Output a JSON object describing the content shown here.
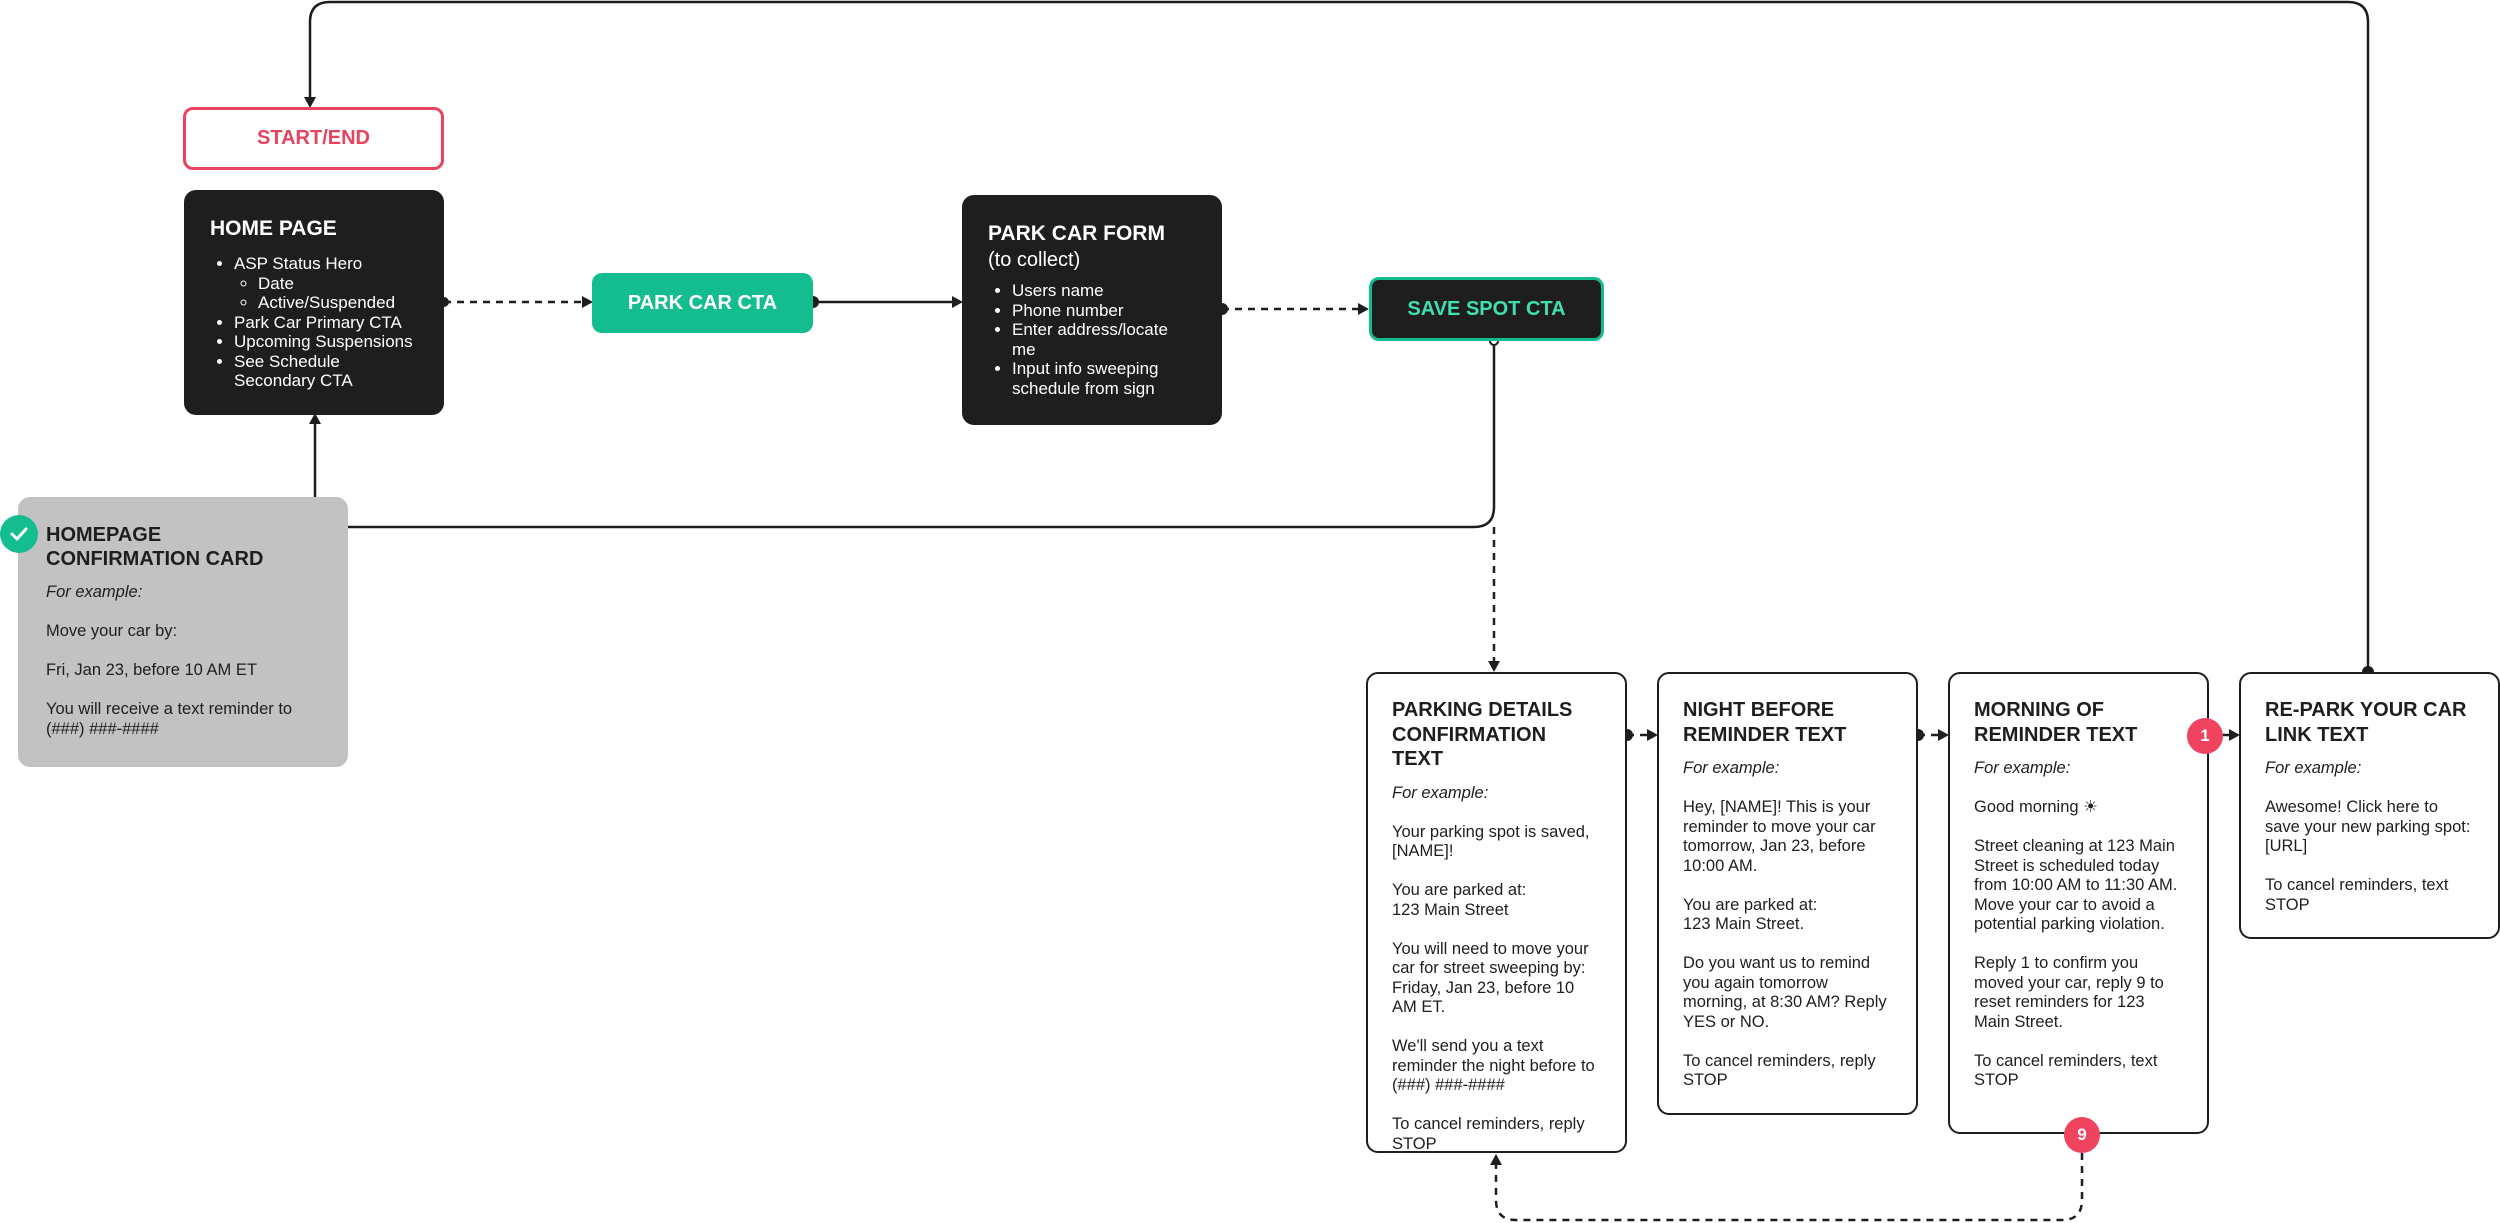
{
  "colors": {
    "accent_red": "#e8435f",
    "accent_green": "#14bd90",
    "dark_box": "#1e1e1e",
    "grey_card": "#c2c2c2"
  },
  "start_end": {
    "label": "START/END"
  },
  "home_page": {
    "title": "HOME PAGE",
    "item_asp_status": "ASP Status Hero",
    "sub_items": [
      "Date",
      "Active/Suspended"
    ],
    "items": [
      "Park Car Primary CTA",
      "Upcoming Suspensions",
      "See Schedule Secondary CTA"
    ]
  },
  "park_car_cta": {
    "label": "PARK CAR CTA"
  },
  "park_car_form": {
    "title": "PARK CAR FORM",
    "subtitle": "(to collect)",
    "items": [
      "Users name",
      "Phone number",
      "Enter address/locate me",
      "Input info sweeping schedule from sign"
    ]
  },
  "save_spot_cta": {
    "label": "SAVE SPOT CTA"
  },
  "homepage_confirmation_card": {
    "title_line1": "HOMEPAGE",
    "title_line2": "CONFIRMATION CARD",
    "example_label": "For example:",
    "lines": [
      "Move your car by:",
      "Fri, Jan 23, before 10 AM ET",
      "You will receive a text reminder to (###) ###-####"
    ],
    "check_icon": "check-icon"
  },
  "parking_details_text": {
    "title_line1": "PARKING DETAILS",
    "title_line2": "CONFIRMATION TEXT",
    "example_label": "For example:",
    "paragraphs": [
      "Your parking spot is saved, [NAME]!",
      "You are parked at:\n123 Main Street",
      "You will need to move your car for street sweeping by: Friday, Jan 23, before 10 AM ET.",
      "We'll send you a text reminder the night before to (###) ###-####",
      "To cancel reminders, reply STOP"
    ]
  },
  "night_before_text": {
    "title_line1": "NIGHT BEFORE",
    "title_line2": "REMINDER TEXT",
    "example_label": "For example:",
    "paragraphs": [
      "Hey, [NAME]! This is your reminder to move your car tomorrow, Jan 23, before 10:00 AM.",
      "You are parked at:\n123 Main Street.",
      "Do you want us to remind you again tomorrow morning, at 8:30 AM? Reply YES or NO.",
      "To cancel reminders, reply STOP"
    ]
  },
  "morning_of_text": {
    "title_line1": "MORNING OF",
    "title_line2": "REMINDER TEXT",
    "example_label": "For example:",
    "paragraphs": [
      "Good morning ☀",
      "Street cleaning at 123 Main Street is scheduled today from 10:00 AM to 11:30 AM. Move your car to avoid a potential parking violation.",
      "Reply 1 to confirm you moved your car, reply 9 to reset reminders for 123 Main Street.",
      "To cancel reminders, text STOP"
    ]
  },
  "repark_text": {
    "title_line1": "RE-PARK YOUR CAR",
    "title_line2": "LINK TEXT",
    "example_label": "For example:",
    "paragraphs": [
      "Awesome! Click here to save your new parking spot: [URL]",
      "To cancel reminders, text STOP"
    ]
  },
  "badges": {
    "reply_1": "1",
    "reply_9": "9"
  }
}
